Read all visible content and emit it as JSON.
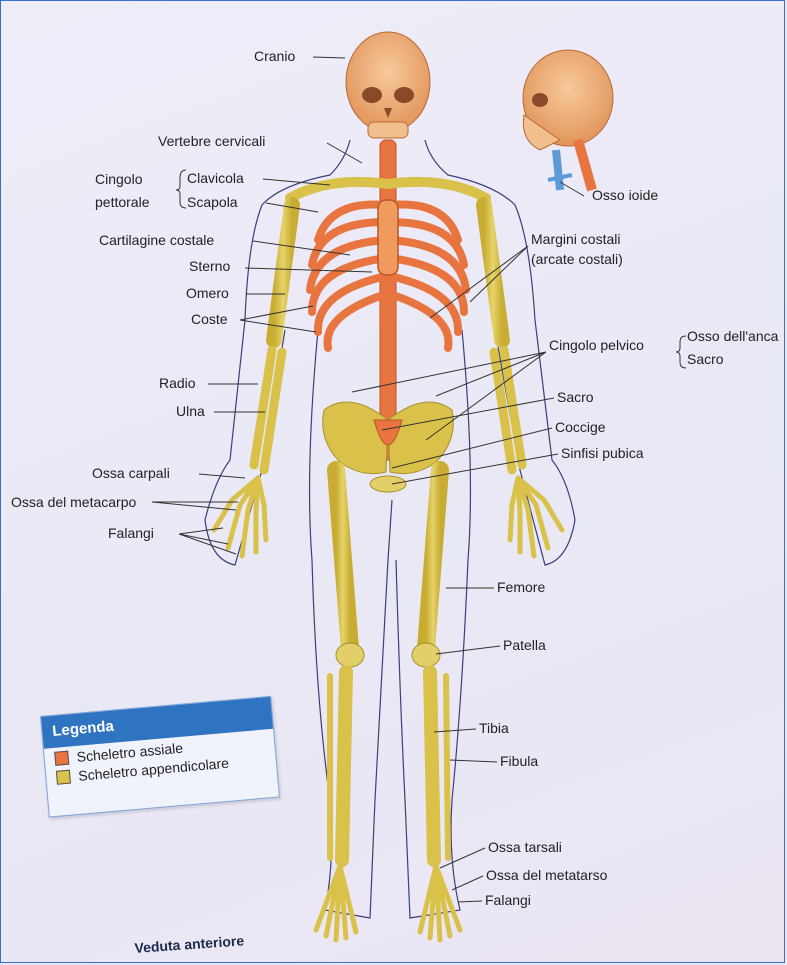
{
  "colors": {
    "axial": "#e8743f",
    "appendicular": "#d9c14a",
    "background": "#eeedf8",
    "legend_header": "#2f74c0"
  },
  "labels": {
    "cranio": "Cranio",
    "vertebre_cervicali": "Vertebre cervicali",
    "cingolo": "Cingolo",
    "pettorale": "pettorale",
    "clavicola": "Clavicola",
    "scapola": "Scapola",
    "cartilagine_costale": "Cartilagine costale",
    "sterno": "Sterno",
    "omero": "Omero",
    "coste": "Coste",
    "radio": "Radio",
    "ulna": "Ulna",
    "ossa_carpali": "Ossa carpali",
    "ossa_metacarpo": "Ossa del metacarpo",
    "falangi_mano": "Falangi",
    "osso_ioide": "Osso ioide",
    "margini_costali": "Margini costali",
    "arcate_costali": "(arcate costali)",
    "cingolo_pelvico": "Cingolo pelvico",
    "osso_anca": "Osso dell'anca",
    "sacro_brace": "Sacro",
    "sacro": "Sacro",
    "coccige": "Coccige",
    "sinfisi_pubica": "Sinfisi pubica",
    "femore": "Femore",
    "patella": "Patella",
    "tibia": "Tibia",
    "fibula": "Fibula",
    "ossa_tarsali": "Ossa tarsali",
    "ossa_metatarso": "Ossa del metatarso",
    "falangi_piede": "Falangi"
  },
  "legend": {
    "title": "Legenda",
    "items": [
      {
        "label": "Scheletro assiale",
        "color": "#e8743f"
      },
      {
        "label": "Scheletro appendicolare",
        "color": "#d9c14a"
      }
    ]
  },
  "caption": "Veduta anteriore"
}
